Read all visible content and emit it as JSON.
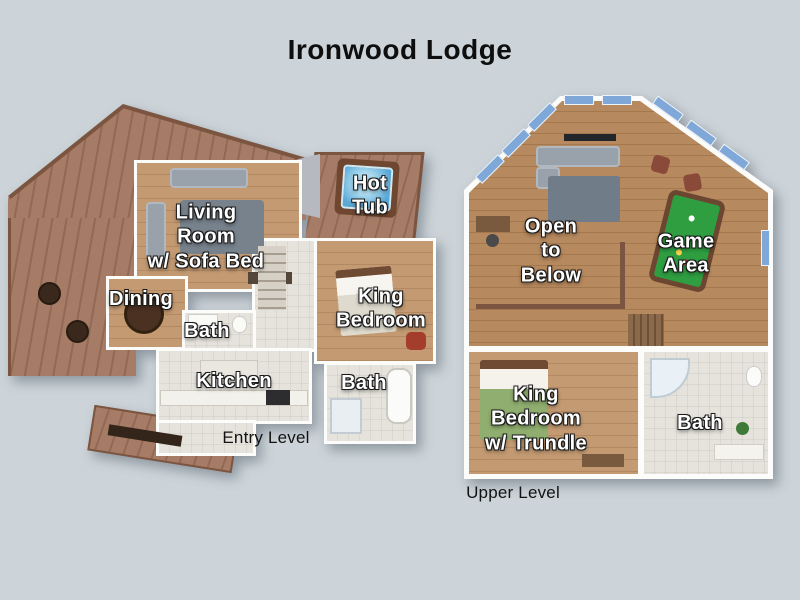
{
  "title": "Ironwood Lodge",
  "entry_level": {
    "caption": "Entry Level",
    "labels": {
      "hot_tub": "Hot\nTub",
      "living_room": "Living\nRoom\nw/ Sofa Bed",
      "dining": "Dining",
      "bath": "Bath",
      "king_bedroom": "King\nBedroom",
      "kitchen": "Kitchen",
      "ensuite_bath": "Bath"
    }
  },
  "upper_level": {
    "caption": "Upper Level",
    "labels": {
      "open_to_below": "Open\nto\nBelow",
      "game_area": "Game\nArea",
      "king_bedroom": "King\nBedroom\nw/ Trundle",
      "bath": "Bath"
    }
  },
  "colors": {
    "background": "#ccd4d9",
    "deck_wood": "#a77c66",
    "interior_wood": "#c39a72",
    "upper_wood": "#b7895e",
    "tile": "#e6e3dc",
    "wall": "#fcfcfa",
    "pool_felt": "#2f9e41",
    "hot_tub_water": "#58a8d8",
    "window_glass": "#7fa8d9",
    "railing": "#7b5540",
    "label_text": "#ffffff",
    "heading_text": "#0e0e0e"
  }
}
